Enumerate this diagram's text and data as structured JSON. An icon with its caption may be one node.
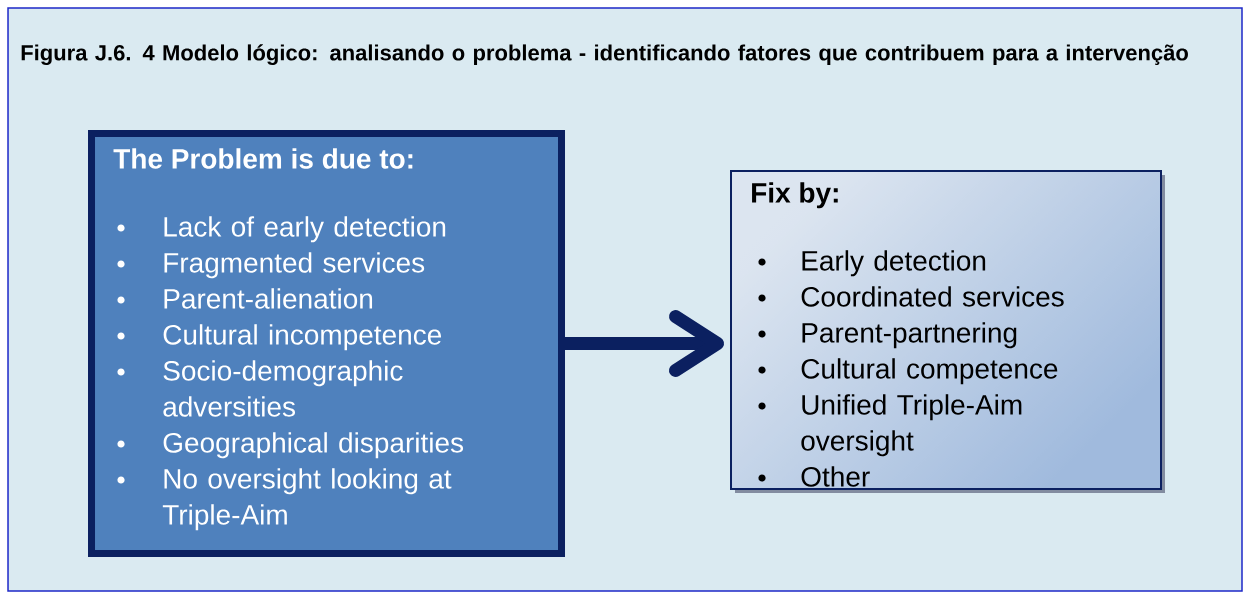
{
  "diagram": {
    "title": "Figura J.6. 4 Modelo lógico: analisando o problema - identificando fatores que contribuem para a intervenção",
    "nodes": [
      {
        "text": [
          "The Problem is due to:",
          "Lack of early detection",
          "Fragmented services",
          "Parent-alienation",
          "Cultural incompetence",
          "Socio-demographic adversities",
          "Geographical disparities",
          "No oversight looking at Triple-Aim"
        ]
      },
      {
        "text": [
          "Fix by:",
          "Early detection",
          "Coordinated services",
          "Parent-partnering",
          "Cultural competence",
          "Unified Triple-Aim oversight",
          "Other"
        ]
      }
    ],
    "edges": [
      {
        "from": 0,
        "to": 1,
        "arrow": "to"
      }
    ]
  }
}
